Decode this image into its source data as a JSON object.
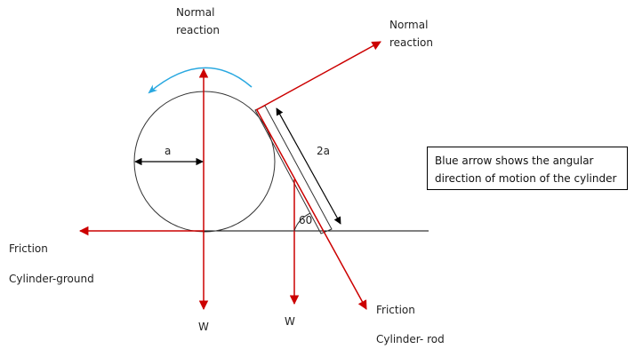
{
  "labels": {
    "normal_reaction_top": [
      "Normal",
      "reaction"
    ],
    "normal_reaction_rod": [
      "Normal",
      "reaction"
    ],
    "radius": "a",
    "rod_length": "2a",
    "angle": "60",
    "friction_ground": [
      "Friction",
      "Cylinder-ground"
    ],
    "friction_rod": [
      "Friction",
      "Cylinder- rod"
    ],
    "weight_cylinder": "W",
    "weight_rod": "W"
  },
  "note": "Blue arrow shows the angular direction of motion of the cylinder",
  "colors": {
    "force": "#cc0000",
    "rotation": "#29a8e0",
    "outline": "#333333",
    "ground": "#000000"
  }
}
